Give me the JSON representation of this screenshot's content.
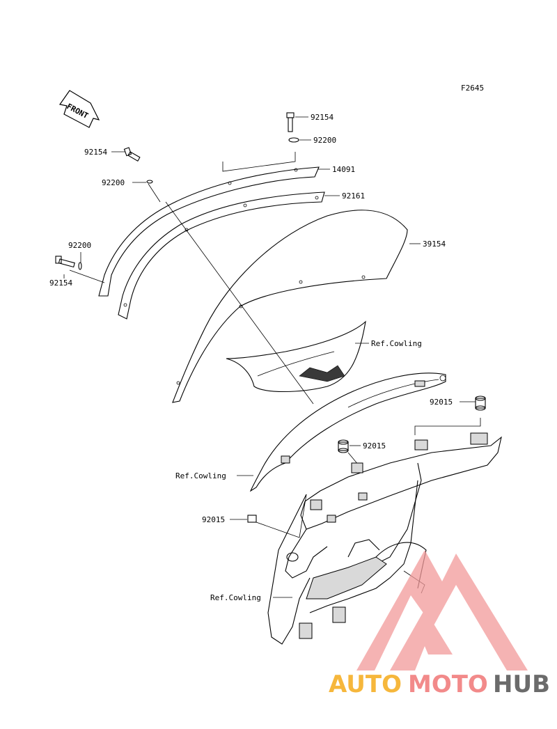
{
  "figure_code": "F2645",
  "front_arrow_label": "FRONT",
  "part_numbers": {
    "bolt_top": "92154",
    "washer_top": "92200",
    "bracket": "14091",
    "bolt_left": "92154",
    "washer_left": "92200",
    "plate": "92161",
    "washer_side": "92200",
    "bolt_side": "92154",
    "windshield": "39154",
    "ref_cowling_1": "Ref.Cowling",
    "damper_right": "92015",
    "damper_mid": "92015",
    "ref_cowling_2": "Ref.Cowling",
    "damper_left": "92015",
    "ref_cowling_3": "Ref.Cowling"
  },
  "watermark": {
    "text_a": "AUTO",
    "text_b": "MOTO",
    "text_c": "HUB",
    "colors": {
      "a": "#f6b73c",
      "b": "#f28a8a",
      "c": "#6b6b6b",
      "logo": "#f29a9a"
    }
  }
}
